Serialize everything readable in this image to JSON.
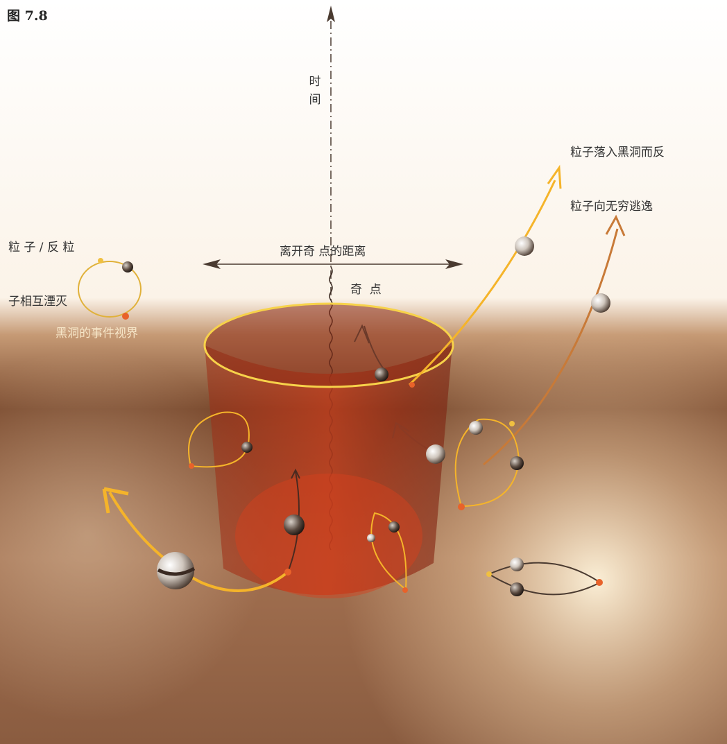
{
  "figure_number": "图 7.8",
  "labels": {
    "time_axis": [
      "时",
      "间"
    ],
    "distance_axis": "离开奇 点的距离",
    "singularity": "奇  点",
    "annihilation": [
      "粒 子 / 反 粒",
      "子相互湮灭"
    ],
    "event_horizon": "黑洞的事件视界",
    "escape": [
      "粒子落入黑洞而反",
      "粒子向无穷逃逸"
    ]
  },
  "colors": {
    "background_top": "#ffffff",
    "surface": "#7a4a2e",
    "horizon_rim": "#f7d24a",
    "cylinder": "#b8341b",
    "trajectory": "#f5b42a",
    "dark_trajectory": "#6b3a2a"
  }
}
